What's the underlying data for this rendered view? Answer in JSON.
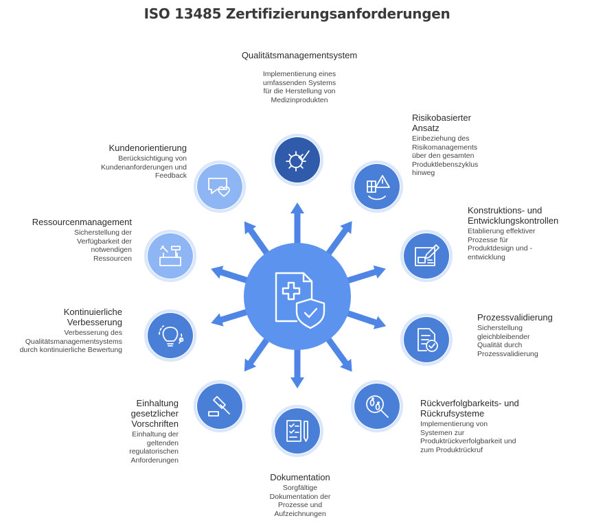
{
  "title": "ISO 13485 Zertifizierungsanforderungen",
  "colors": {
    "hub": "#5B93EE",
    "arrow": "#4F86E6",
    "dark": "#2F5BAA",
    "mid": "#4A7FD8",
    "light": "#8EB6F5",
    "icon_stroke": "#ffffff"
  },
  "center": {
    "icon": "medical-document-shield-icon"
  },
  "nodes": [
    {
      "id": "qualitaetsmanagementsystem",
      "heading": "Qualitätsmanagementsystem",
      "description": "Implementierung eines umfassenden Systems für die Herstellung von Medizinprodukten",
      "icon": "gear-check-icon",
      "tone": "dark"
    },
    {
      "id": "risikobasierter-ansatz",
      "heading": "Risikobasierter Ansatz",
      "description": "Einbeziehung des Risikomanagements über den gesamten Produktlebenszyklus hinweg",
      "icon": "risk-warning-icon",
      "tone": "mid"
    },
    {
      "id": "konstruktions-entwicklungskontrollen",
      "heading": "Konstruktions- und Entwicklungskontrollen",
      "description": "Etablierung effektiver Prozesse für Produktdesign und -entwicklung",
      "icon": "blueprint-pencil-icon",
      "tone": "mid"
    },
    {
      "id": "prozessvalidierung",
      "heading": "Prozessvalidierung",
      "description": "Sicherstellung gleichbleibender Qualität durch Prozessvalidierung",
      "icon": "document-check-icon",
      "tone": "mid"
    },
    {
      "id": "rueckverfolgbarkeit",
      "heading": "Rückverfolgbarkeits- und Rückrufsysteme",
      "description": "Implementierung von Systemen zur Produktrückverfolgbarkeit und zum Produktrückruf",
      "icon": "footprint-search-icon",
      "tone": "mid"
    },
    {
      "id": "dokumentation",
      "heading": "Dokumentation",
      "description": "Sorgfältige Dokumentation der Prozesse und Aufzeichnungen",
      "icon": "checklist-pen-icon",
      "tone": "mid"
    },
    {
      "id": "einhaltung-vorschriften",
      "heading": "Einhaltung gesetzlicher Vorschriften",
      "description": "Einhaltung der geltenden regulatorischen Anforderungen",
      "icon": "gavel-icon",
      "tone": "mid"
    },
    {
      "id": "kontinuierliche-verbesserung",
      "heading": "Kontinuierliche Verbesserung",
      "description": "Verbesserung des Qualitätsmanagementsystems durch kontinuierliche Bewertung",
      "icon": "lightbulb-cycle-icon",
      "tone": "mid"
    },
    {
      "id": "ressourcenmanagement",
      "heading": "Ressourcenmanagement",
      "description": "Sicherstellung der Verfügbarkeit der notwendigen Ressourcen",
      "icon": "toolbox-icon",
      "tone": "light"
    },
    {
      "id": "kundenorientierung",
      "heading": "Kundenorientierung",
      "description": "Berücksichtigung von Kundenanforderungen und Feedback",
      "icon": "chat-heart-icon",
      "tone": "light"
    }
  ]
}
